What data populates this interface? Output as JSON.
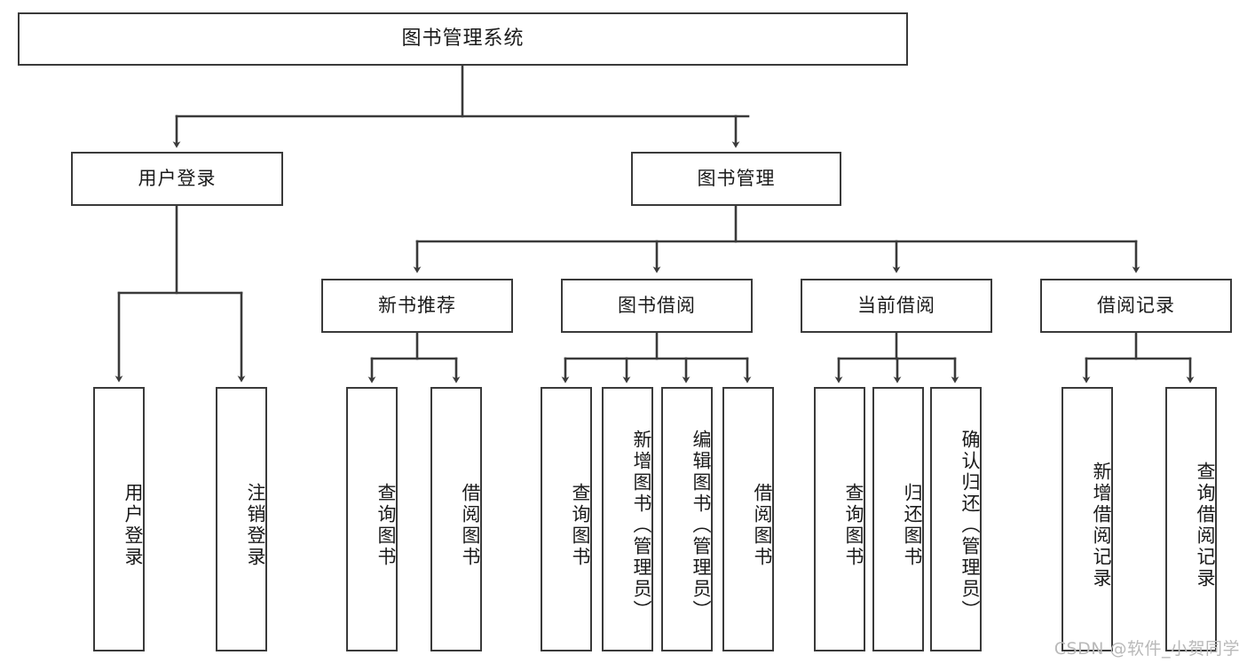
{
  "diagram": {
    "type": "tree-hierarchy",
    "title": "图书管理系统",
    "orientation": "top-down",
    "colors": {
      "stroke": "#3a3a3a",
      "fill": "#ffffff",
      "text": "#1a1a1a",
      "watermark": "#b9b9b9"
    },
    "nodes": {
      "root": {
        "label": "图书管理系统"
      },
      "level2": [
        {
          "id": "user-login",
          "label": "用户登录"
        },
        {
          "id": "book-manage",
          "label": "图书管理"
        }
      ],
      "level3": [
        {
          "id": "new-book-rec",
          "label": "新书推荐"
        },
        {
          "id": "book-borrow",
          "label": "图书借阅"
        },
        {
          "id": "current-borrow",
          "label": "当前借阅"
        },
        {
          "id": "borrow-record",
          "label": "借阅记录"
        }
      ],
      "leaves": [
        {
          "id": "leaf-user-login",
          "label": "用户登录",
          "parent": "user-login"
        },
        {
          "id": "leaf-logout-login",
          "label": "注销登录",
          "parent": "user-login"
        },
        {
          "id": "leaf-query-book-1",
          "label": "查询图书",
          "parent": "new-book-rec"
        },
        {
          "id": "leaf-borrow-book-1",
          "label": "借阅图书",
          "parent": "new-book-rec"
        },
        {
          "id": "leaf-query-book-2",
          "label": "查询图书",
          "parent": "book-borrow"
        },
        {
          "id": "leaf-add-book",
          "label": "新增图书（管理员）",
          "parent": "book-borrow"
        },
        {
          "id": "leaf-edit-book",
          "label": "编辑图书（管理员）",
          "parent": "book-borrow"
        },
        {
          "id": "leaf-borrow-book-2",
          "label": "借阅图书",
          "parent": "book-borrow"
        },
        {
          "id": "leaf-query-book-3",
          "label": "查询图书",
          "parent": "current-borrow"
        },
        {
          "id": "leaf-return-book",
          "label": "归还图书",
          "parent": "current-borrow"
        },
        {
          "id": "leaf-confirm-return",
          "label": "确认归还（管理员）",
          "parent": "current-borrow"
        },
        {
          "id": "leaf-add-record",
          "label": "新增借阅记录",
          "parent": "borrow-record"
        },
        {
          "id": "leaf-query-record",
          "label": "查询借阅记录",
          "parent": "borrow-record"
        }
      ]
    },
    "watermark": "CSDN @软件_小贺同学"
  }
}
